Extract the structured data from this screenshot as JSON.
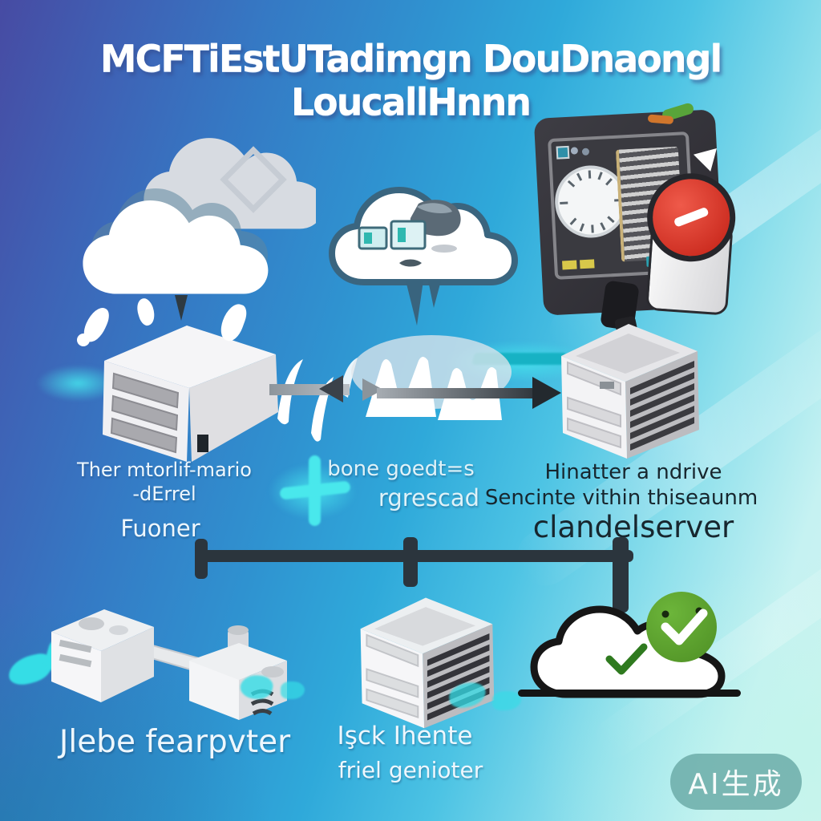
{
  "title": "MCFTiEstUTadimgn DouDnaongl LoucallHnnn",
  "labels": {
    "source_server": [
      "Ther mtorlif-mario",
      "-dErrel",
      "Fuoner"
    ],
    "transfer": [
      "bone goedt=s",
      "rgrescad"
    ],
    "target_server": [
      "Hinatter a ndrive",
      "Sencinte vithin thiseaunm",
      "clandelserver"
    ],
    "machine": [
      "Jlebe fearpvter"
    ],
    "bottom_server": [
      "Işck Ihente",
      "friel genioter"
    ]
  },
  "watermark": "AI生成",
  "colors": {
    "bg_top_left": "#474ba3",
    "bg_center": "#2f92d0",
    "bg_right": "#c6f2f2",
    "bg_bottom_left": "#2f9ec4",
    "accent_cyan": "#3fe3ee",
    "connector_dark": "#2b353d",
    "alert_red": "#d63226",
    "badge_green": "#579b2a",
    "check_green": "#2f7a1f",
    "cloud_outline": "#3a657f",
    "device_body": "#343339",
    "watermark_bg": "#69aaa6"
  }
}
